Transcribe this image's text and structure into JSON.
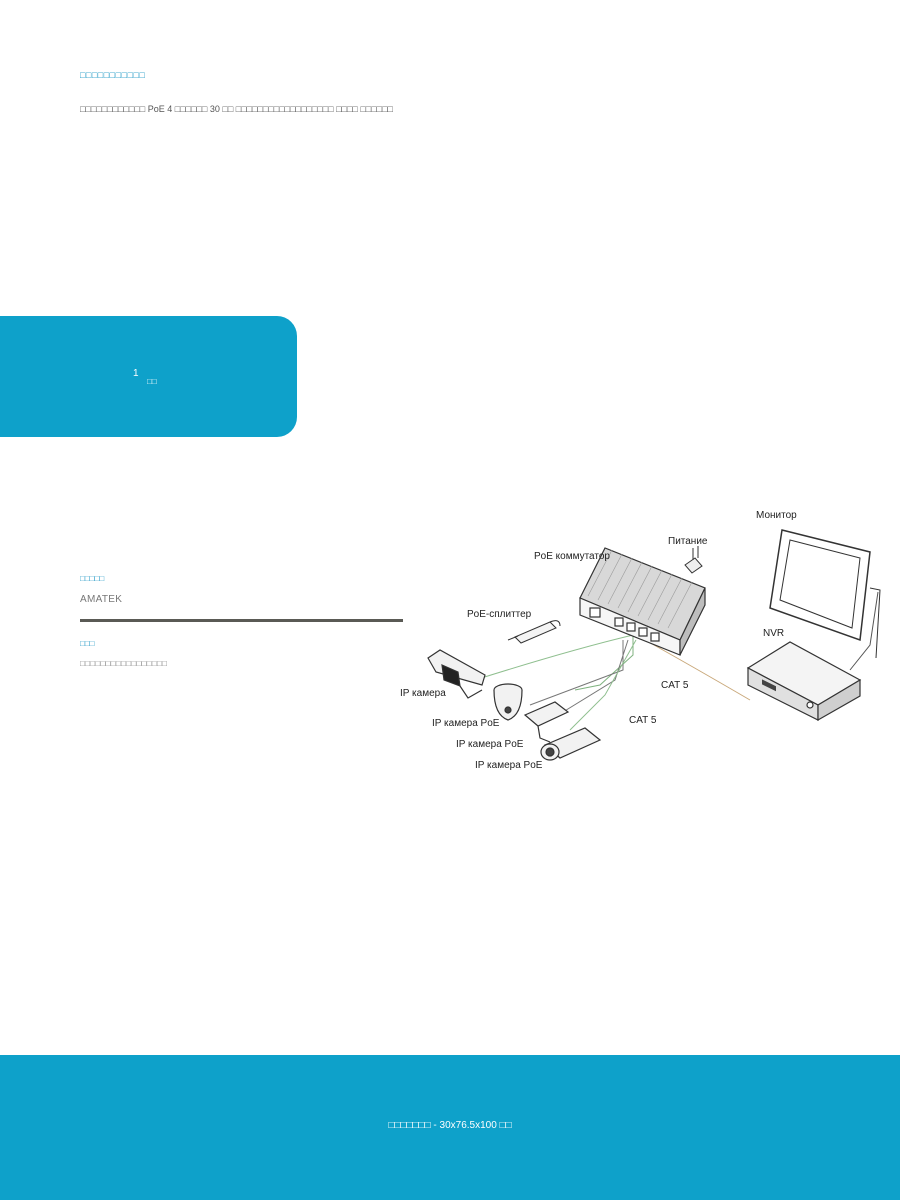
{
  "section": {
    "heading": "□□□□□□□□□□□",
    "body": "□□□□□□□□□□□□ PoE 4 □□□□□□ 30 □□ □□□□□□□□□□□□□□□□□□ □□□□ □□□□□□"
  },
  "highlight": {
    "number": "1",
    "unit": "□□"
  },
  "brand": {
    "title": "□□□□□",
    "value": "AMATEK"
  },
  "extra": {
    "title": "□□□",
    "value": "□□□□□□□□□□□□□□□□□"
  },
  "diagram": {
    "labels": {
      "monitor": "Монитор",
      "power": "Питание",
      "poe_switch": "PoE коммутатор",
      "poe_splitter": "PoE-сплиттер",
      "nvr": "NVR",
      "ip_camera": "IP камера",
      "ip_camera_poe_1": "IP камера PoE",
      "ip_camera_poe_2": "IP камера PoE",
      "ip_camera_poe_3": "IP камера PoE",
      "cat5_1": "CAT 5",
      "cat5_2": "CAT 5"
    }
  },
  "footer": {
    "text": "□□□□□□□ - 30x76.5x100 □□"
  }
}
